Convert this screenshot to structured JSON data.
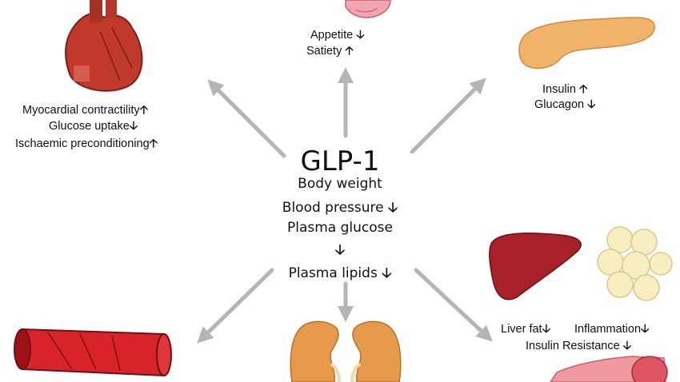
{
  "center": {
    "title": "GLP-1",
    "effects": [
      {
        "label": "Body weight",
        "arrow": ""
      },
      {
        "label": "Blood pressure",
        "arrow": "🡣"
      },
      {
        "label": "Plasma glucose",
        "arrow": ""
      },
      {
        "label": "",
        "arrow": "🡣"
      },
      {
        "label": "Plasma lipids",
        "arrow": "🡣"
      }
    ]
  },
  "heart": {
    "icon": "heart-icon",
    "lines": [
      {
        "label": "Myocardial contractility",
        "arrow": "🡡"
      },
      {
        "label": "Glucose uptake",
        "arrow": "🡣"
      },
      {
        "label": "Ischaemic preconditioning",
        "arrow": "🡡"
      }
    ]
  },
  "brain": {
    "icon": "brain-icon",
    "lines": [
      {
        "label": "Appetite",
        "arrow": "🡣"
      },
      {
        "label": "Satiety",
        "arrow": "🡡"
      }
    ]
  },
  "pancreas": {
    "icon": "pancreas-icon",
    "lines": [
      {
        "label": "Insulin",
        "arrow": "🡡"
      },
      {
        "label": "Glucagon",
        "arrow": "🡣"
      }
    ]
  },
  "liver_fat": {
    "icons": [
      "liver-icon",
      "fat-cells-icon",
      "muscle-icon"
    ],
    "lines": [
      {
        "label": "Liver fat",
        "arrow": "🡣"
      },
      {
        "label": "Inflammation",
        "arrow": "🡣"
      },
      {
        "label": "Insulin Resistance",
        "arrow": "🡣"
      }
    ]
  },
  "vessel": {
    "icon": "blood-vessel-icon"
  },
  "kidney": {
    "icon": "kidney-icon"
  },
  "colors": {
    "arrow": "#b5b5b5",
    "organ_red": "#c0392b",
    "pancreas": "#f1b36a",
    "fat": "#f7eec2",
    "kidney": "#e89a4c"
  }
}
